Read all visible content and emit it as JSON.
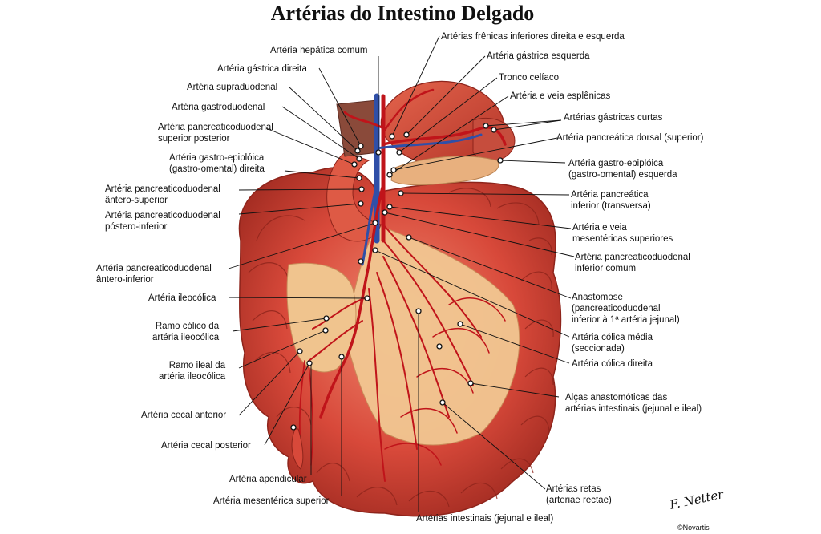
{
  "title": "Artérias do Intestino Delgado",
  "colors": {
    "bowel": "#d94a3a",
    "bowel_dark": "#9e2a20",
    "bowel_light": "#ef7a64",
    "artery": "#c0141a",
    "vein": "#2f4fa8",
    "mesentery": "#f4cfa0",
    "pancreas": "#e9b48a",
    "leader": "#111111"
  },
  "labels_left": [
    {
      "id": "hepatica-comum",
      "lines": [
        "Artéria hepática comum"
      ]
    },
    {
      "id": "gastrica-direita",
      "lines": [
        "Artéria gástrica direita"
      ]
    },
    {
      "id": "supraduodenal",
      "lines": [
        "Artéria supraduodenal"
      ]
    },
    {
      "id": "gastroduodenal",
      "lines": [
        "Artéria gastroduodenal"
      ]
    },
    {
      "id": "pancreaticoduodenal-sup-post",
      "lines": [
        "Artéria pancreaticoduodenal",
        "superior posterior"
      ]
    },
    {
      "id": "gastro-epiploica-direita",
      "lines": [
        "Artéria gastro-epiplóica",
        "(gastro-omental) direita"
      ]
    },
    {
      "id": "pancreaticoduodenal-antero-sup",
      "lines": [
        "Artéria pancreaticoduodenal",
        "ântero-superior"
      ]
    },
    {
      "id": "pancreaticoduodenal-postero-inf",
      "lines": [
        "Artéria pancreaticoduodenal",
        "póstero-inferior"
      ]
    },
    {
      "id": "pancreaticoduodenal-antero-inf",
      "lines": [
        "Artéria pancreaticoduodenal",
        "ântero-inferior"
      ]
    },
    {
      "id": "ileocolica",
      "lines": [
        "Artéria ileocólica"
      ]
    },
    {
      "id": "ramo-colico",
      "lines": [
        "Ramo cólico da",
        "artéria ileocólica"
      ]
    },
    {
      "id": "ramo-ileal",
      "lines": [
        "Ramo ileal da",
        "artéria ileocólica"
      ]
    },
    {
      "id": "cecal-anterior",
      "lines": [
        "Artéria cecal anterior"
      ]
    },
    {
      "id": "cecal-posterior",
      "lines": [
        "Artéria cecal posterior"
      ]
    }
  ],
  "labels_bottom": [
    {
      "id": "apendicular",
      "lines": [
        "Artéria apendicular"
      ]
    },
    {
      "id": "mesenterica-superior",
      "lines": [
        "Artéria mesentérica superior"
      ]
    },
    {
      "id": "intestinais",
      "lines": [
        "Artérias intestinais (jejunal e ileal)"
      ]
    }
  ],
  "labels_right": [
    {
      "id": "frenicas",
      "lines": [
        "Artérias frênicas inferiores direita e esquerda"
      ]
    },
    {
      "id": "gastrica-esquerda",
      "lines": [
        "Artéria gástrica esquerda"
      ]
    },
    {
      "id": "tronco-celiaco",
      "lines": [
        "Tronco celíaco"
      ]
    },
    {
      "id": "esplenicas",
      "lines": [
        "Artéria e veia esplênicas"
      ]
    },
    {
      "id": "gastricas-curtas",
      "lines": [
        "Artérias gástricas curtas"
      ]
    },
    {
      "id": "pancreatica-dorsal",
      "lines": [
        "Artéria pancreática dorsal (superior)"
      ]
    },
    {
      "id": "gastro-epiploica-esquerda",
      "lines": [
        "Artéria gastro-epiplóica",
        "(gastro-omental) esquerda"
      ]
    },
    {
      "id": "pancreatica-inferior",
      "lines": [
        "Artéria pancreática",
        "inferior (transversa)"
      ]
    },
    {
      "id": "mesentericas-superiores",
      "lines": [
        "Artéria e veia",
        "mesentéricas superiores"
      ]
    },
    {
      "id": "pancreaticoduodenal-inf-comum",
      "lines": [
        "Artéria pancreaticoduodenal",
        "inferior comum"
      ]
    },
    {
      "id": "anastomose",
      "lines": [
        "Anastomose",
        "(pancreaticoduodenal",
        "inferior à 1ª artéria jejunal)"
      ]
    },
    {
      "id": "colica-media",
      "lines": [
        "Artéria cólica média",
        "(seccionada)"
      ]
    },
    {
      "id": "colica-direita",
      "lines": [
        "Artéria cólica direita"
      ]
    },
    {
      "id": "alcas",
      "lines": [
        "Alças anastomóticas das",
        "artérias intestinais (jejunal e ileal)"
      ]
    },
    {
      "id": "retas",
      "lines": [
        "Artérias retas",
        "(arteriae rectae)"
      ]
    }
  ],
  "signature": "F. Netter",
  "credit": "©Novartis"
}
